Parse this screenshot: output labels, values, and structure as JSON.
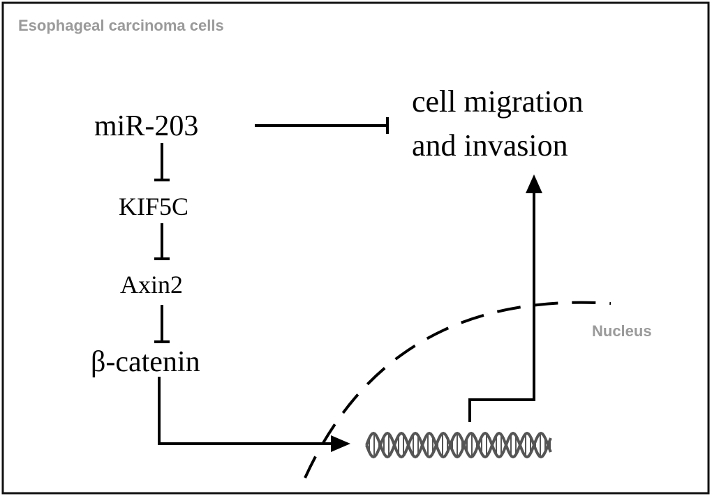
{
  "title": "Esophageal carcinoma cells",
  "nucleus_label": "Nucleus",
  "nodes": {
    "mir203": "miR-203",
    "kif5c": "KIF5C",
    "axin2": "Axin2",
    "beta_catenin": "β-catenin",
    "outcome_line1": "cell migration",
    "outcome_line2": "and invasion"
  },
  "colors": {
    "label_gray": "#9a9a9a",
    "dna": "#555555"
  }
}
